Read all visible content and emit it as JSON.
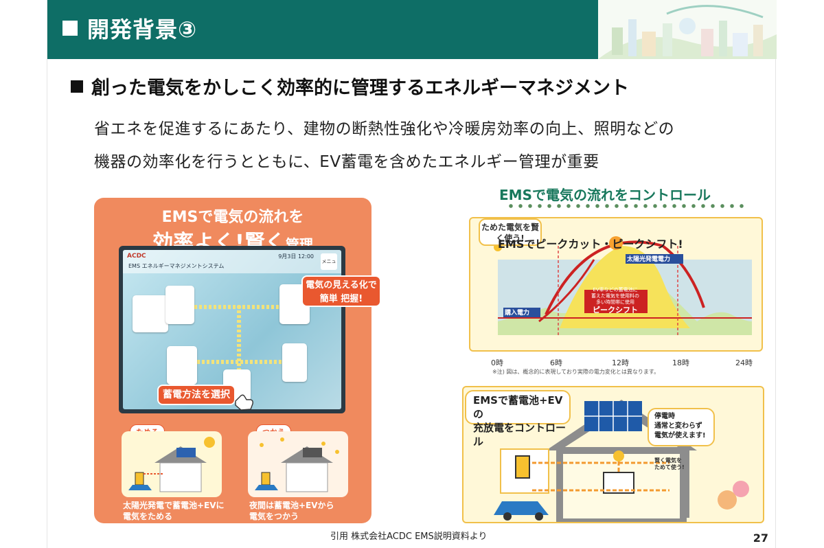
{
  "header": {
    "title": "開発背景③"
  },
  "heading": "創った電気をかしこく効率的に管理するエネルギーマネジメント",
  "body": {
    "line1": "省エネを促進するにあたり、建物の断熱性強化や冷暖房効率の向上、照明などの",
    "line2": "機器の効率化を行うとともに、EV蓄電を含めたエネルギー管理が重要"
  },
  "left_panel": {
    "title_line1": "EMSで電気の流れを",
    "title_line2": "効率よく!賢く",
    "title_small": "管理",
    "screen": {
      "logo": "ACDC",
      "system": "EMS エネルギーマネジメントシステム",
      "date": "9月3日 12:00",
      "menu": "メニュー"
    },
    "callout_visualize": "電気の見える化で簡単 把握!",
    "callout_select": "蓄電方法を選択",
    "mini_charge": {
      "tag": "ためる",
      "caption_l1": "太陽光発電で蓄電池+EVに",
      "caption_l2": "電気をためる"
    },
    "mini_use": {
      "tag": "つかう",
      "caption_l1": "夜間は蓄電池+EVから",
      "caption_l2": "電気をつかう"
    }
  },
  "right": {
    "title": "EMSで電気の流れをコントロール",
    "chart": {
      "bubble": "ためた電気を賢く使う!",
      "title": "EMSでピークカット・ピークシフト!",
      "label_solar": "太陽光発電電力",
      "label_buy": "購入電力",
      "label_shift_l1": "EV車などの蓄電池に",
      "label_shift_l2": "蓄えた電気を使用料の",
      "label_shift_l3": "多い時間帯に使用",
      "label_shift_main": "ピークシフト",
      "ticks": [
        "0時",
        "6時",
        "12時",
        "18時",
        "24時"
      ],
      "note": "※注) 図は、概念的に表現しており実際の電力変化とは異なります。"
    },
    "house": {
      "bubble_l1": "EMSで蓄電池+EVの",
      "bubble_l2": "充放電をコントロール",
      "bubble_r_l1": "停電時",
      "bubble_r_l2": "通常と変わらず",
      "bubble_r_l3": "電気が使えます!",
      "pig_l1": "賢く電気を",
      "pig_l2": "ためて使う!"
    }
  },
  "caption": "引用 株式会社ACDC EMS説明資料より",
  "page_number": "27",
  "colors": {
    "header": "#0e6e66",
    "accent_orange": "#f08a5e",
    "callout_red": "#e9582f",
    "chart_border": "#f1c04a",
    "title_green": "#18785c"
  }
}
